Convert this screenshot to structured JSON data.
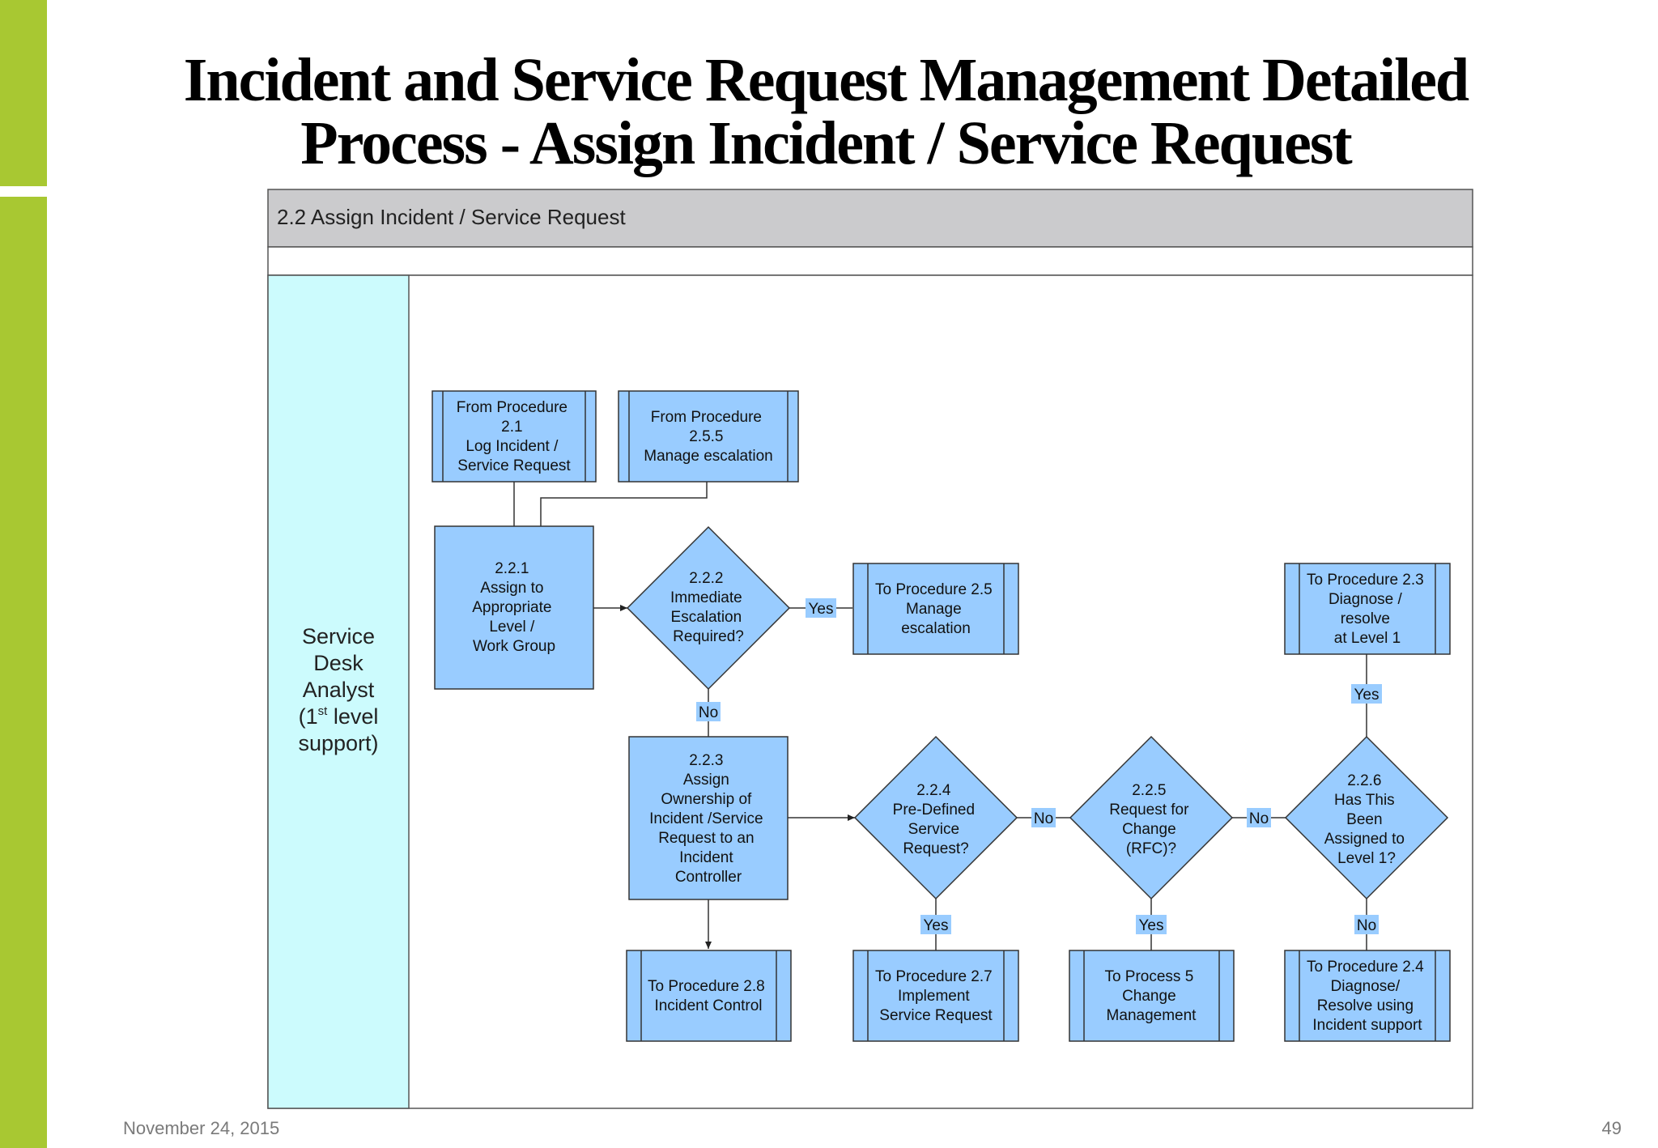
{
  "slide": {
    "title_line1": "Incident and Service Request Management Detailed",
    "title_line2": "Process - Assign Incident / Service Request",
    "date": "November 24, 2015",
    "page_number": "49",
    "accent_color": "#a8c832"
  },
  "diagram": {
    "header": "2.2 Assign Incident / Service Request",
    "lane": [
      "Service",
      "Desk",
      "Analyst"
    ],
    "lane_level_prefix": "(1",
    "lane_level_sup": "st",
    "lane_level_suffix": " level",
    "lane_last": "support)",
    "colors": {
      "header_bg": "#cbcbcd",
      "lane_bg": "#ccfbfd",
      "shape_fill": "#99ccff",
      "shape_stroke": "#333333"
    },
    "nodes": {
      "from21": [
        "From Procedure",
        "2.1",
        "Log Incident /",
        "Service Request"
      ],
      "from255": [
        "From Procedure",
        "2.5.5",
        "Manage escalation"
      ],
      "n221": [
        "2.2.1",
        "Assign to",
        "Appropriate",
        "Level /",
        "Work Group"
      ],
      "n222": [
        "2.2.2",
        "Immediate",
        "Escalation",
        "Required?"
      ],
      "to25": [
        "To Procedure 2.5",
        "Manage",
        "escalation"
      ],
      "to23": [
        "To Procedure 2.3",
        "Diagnose /",
        "resolve",
        "at Level 1"
      ],
      "n223": [
        "2.2.3",
        "Assign",
        "Ownership of",
        "Incident /Service",
        "Request to an",
        "Incident",
        "Controller"
      ],
      "n224": [
        "2.2.4",
        "Pre-Defined",
        "Service",
        "Request?"
      ],
      "n225": [
        "2.2.5",
        "Request for",
        "Change",
        "(RFC)?"
      ],
      "n226": [
        "2.2.6",
        "Has This",
        "Been",
        "Assigned to",
        "Level 1?"
      ],
      "to28": [
        "To Procedure 2.8",
        "Incident Control"
      ],
      "to27": [
        "To Procedure 2.7",
        "Implement",
        "Service Request"
      ],
      "to5": [
        "To Process 5",
        "Change",
        "Management"
      ],
      "to24": [
        "To Procedure 2.4",
        "Diagnose/",
        "Resolve using",
        "Incident support"
      ]
    },
    "edge_labels": {
      "yes_to25": "Yes",
      "no_222": "No",
      "yes_to23": "Yes",
      "no_224": "No",
      "no_225": "No",
      "yes_224": "Yes",
      "yes_225": "Yes",
      "no_226": "No"
    }
  }
}
